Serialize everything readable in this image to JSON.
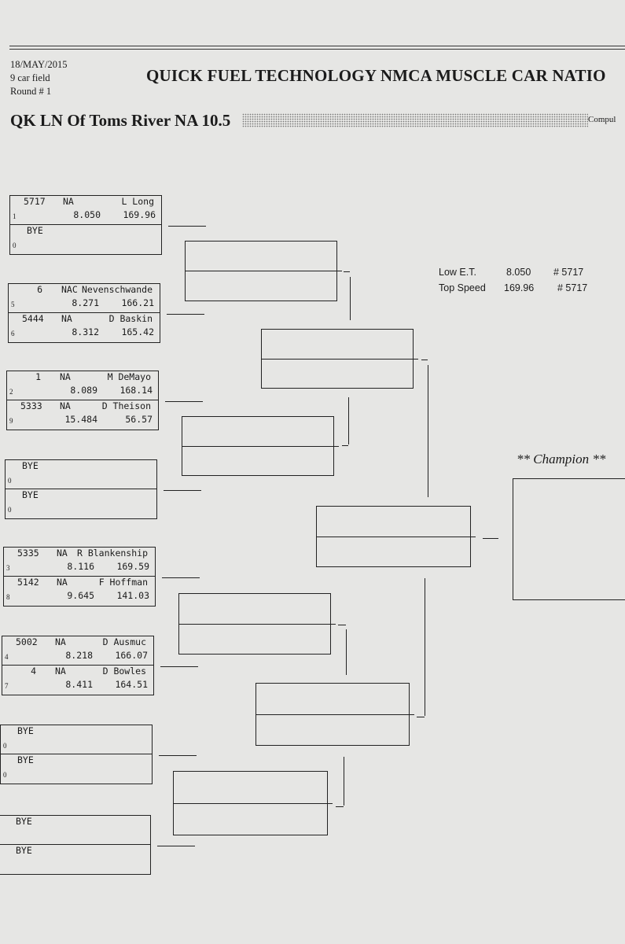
{
  "header": {
    "date": "18/MAY/2015",
    "field": "9 car field",
    "round": "Round # 1",
    "event_title": "QUICK FUEL TECHNOLOGY NMCA MUSCLE CAR NATIO",
    "class_title": "QK LN Of Toms River NA 10.5",
    "comp_label": "Compul"
  },
  "stats": {
    "low_et_label": "Low  E.T.",
    "low_et_value": "8.050",
    "low_et_car": "# 5717",
    "top_speed_label": "Top Speed",
    "top_speed_value": "169.96",
    "top_speed_car": "# 5717"
  },
  "champion_label": "** Champion **",
  "round1": [
    {
      "num": "5717",
      "cls": "NA",
      "name": "L Long",
      "seed": "1",
      "et": "8.050",
      "speed": "169.96"
    },
    {
      "num": "",
      "cls": "",
      "name": "BYE",
      "seed": "0",
      "et": "",
      "speed": ""
    },
    {
      "num": "6",
      "cls": "NAC",
      "name": "Nevenschwande",
      "seed": "5",
      "et": "8.271",
      "speed": "166.21"
    },
    {
      "num": "5444",
      "cls": "NA",
      "name": "D Baskin",
      "seed": "6",
      "et": "8.312",
      "speed": "165.42"
    },
    {
      "num": "1",
      "cls": "NA",
      "name": "M DeMayo",
      "seed": "2",
      "et": "8.089",
      "speed": "168.14"
    },
    {
      "num": "5333",
      "cls": "NA",
      "name": "D Theison",
      "seed": "9",
      "et": "15.484",
      "speed": "56.57"
    },
    {
      "num": "",
      "cls": "",
      "name": "BYE",
      "seed": "0",
      "et": "",
      "speed": ""
    },
    {
      "num": "",
      "cls": "",
      "name": "BYE",
      "seed": "0",
      "et": "",
      "speed": ""
    },
    {
      "num": "5335",
      "cls": "NA",
      "name": "R Blankenship",
      "seed": "3",
      "et": "8.116",
      "speed": "169.59"
    },
    {
      "num": "5142",
      "cls": "NA",
      "name": "F Hoffman",
      "seed": "8",
      "et": "9.645",
      "speed": "141.03"
    },
    {
      "num": "5002",
      "cls": "NA",
      "name": "D Ausmuc",
      "seed": "4",
      "et": "8.218",
      "speed": "166.07"
    },
    {
      "num": "4",
      "cls": "NA",
      "name": "D Bowles",
      "seed": "7",
      "et": "8.411",
      "speed": "164.51"
    },
    {
      "num": "",
      "cls": "",
      "name": "BYE",
      "seed": "0",
      "et": "",
      "speed": ""
    },
    {
      "num": "",
      "cls": "",
      "name": "BYE",
      "seed": "0",
      "et": "",
      "speed": ""
    },
    {
      "num": "",
      "cls": "",
      "name": "BYE",
      "seed": "",
      "et": "",
      "speed": ""
    },
    {
      "num": "",
      "cls": "",
      "name": "BYE",
      "seed": "",
      "et": "",
      "speed": ""
    }
  ]
}
